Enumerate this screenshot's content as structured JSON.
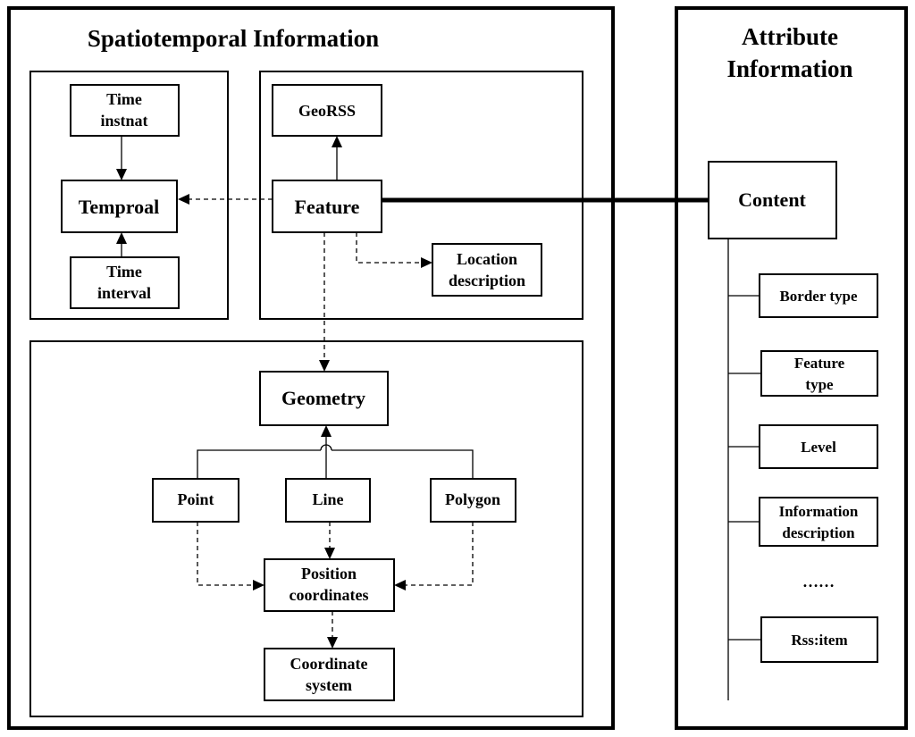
{
  "sections": {
    "spatiotemporal_title": "Spatiotemporal Information",
    "attribute_title_line1": "Attribute",
    "attribute_title_line2": "Information"
  },
  "temporal": {
    "time_instant_line1": "Time",
    "time_instant_line2": "instnat",
    "temporal": "Temproal",
    "time_interval_line1": "Time",
    "time_interval_line2": "interval"
  },
  "feature": {
    "georss": "GeoRSS",
    "feature": "Feature",
    "location_line1": "Location",
    "location_line2": "description"
  },
  "geometry": {
    "geometry": "Geometry",
    "point": "Point",
    "line": "Line",
    "polygon": "Polygon",
    "position_line1": "Position",
    "position_line2": "coordinates",
    "coord_system_line1": "Coordinate",
    "coord_system_line2": "system"
  },
  "attribute": {
    "content": "Content",
    "border_type": "Border type",
    "feature_type_line1": "Feature",
    "feature_type_line2": "type",
    "level": "Level",
    "info_desc_line1": "Information",
    "info_desc_line2": "description",
    "ellipsis": "……",
    "rss_item": "Rss:item"
  }
}
